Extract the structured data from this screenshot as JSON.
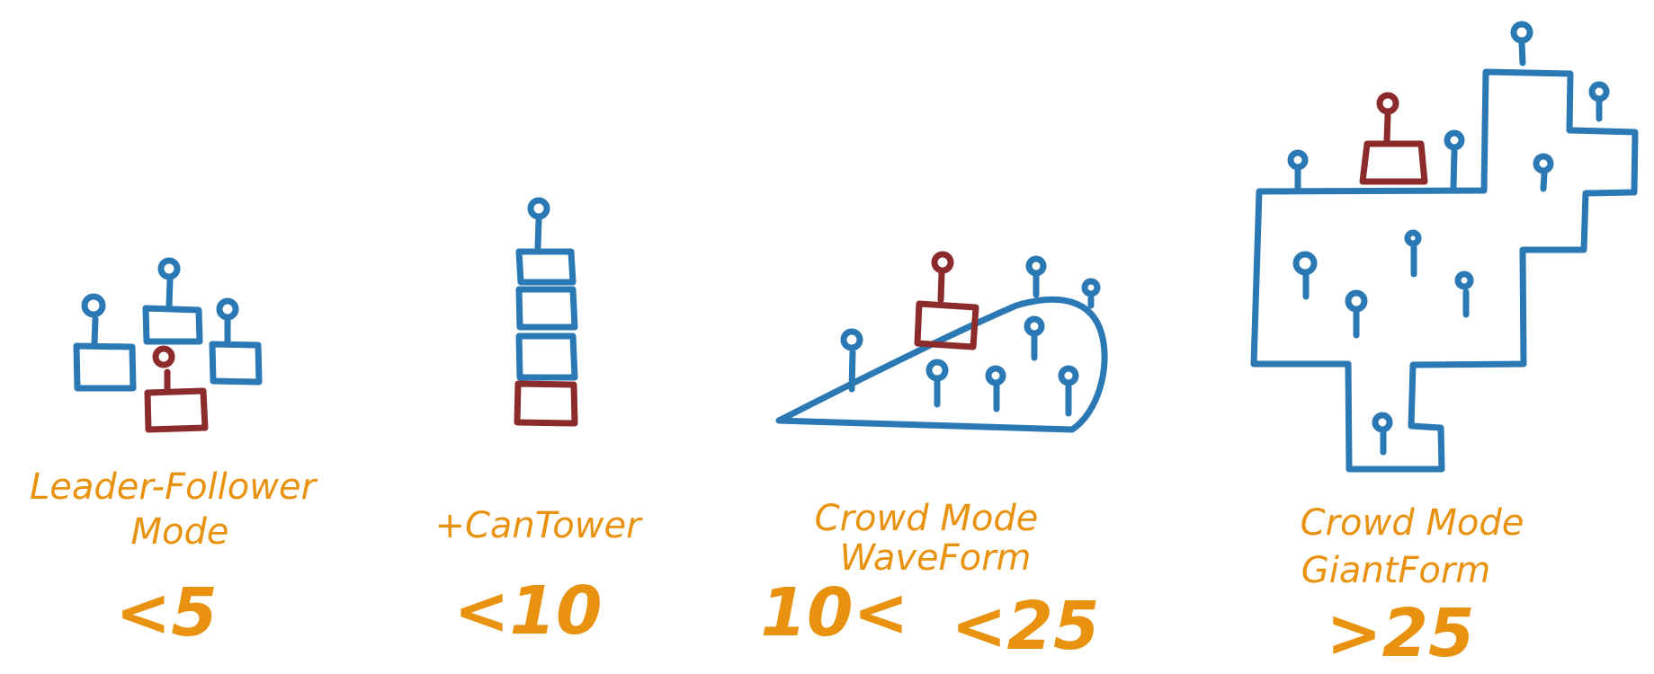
{
  "colors": {
    "follower": "#2a78b4",
    "leader": "#8c2b2b",
    "label": "#e8920f",
    "background": "#ffffff"
  },
  "panels": [
    {
      "caption_lines": [
        "Leader-Follower",
        "Mode"
      ],
      "threshold_parts": [
        "<5"
      ]
    },
    {
      "caption_lines": [
        "+CanTower"
      ],
      "threshold_parts": [
        "<10"
      ]
    },
    {
      "caption_lines": [
        "Crowd Mode",
        "WaveForm"
      ],
      "threshold_parts": [
        "10<",
        "<25"
      ]
    },
    {
      "caption_lines": [
        "Crowd Mode",
        "GiantForm"
      ],
      "threshold_parts": [
        ">25"
      ]
    }
  ]
}
